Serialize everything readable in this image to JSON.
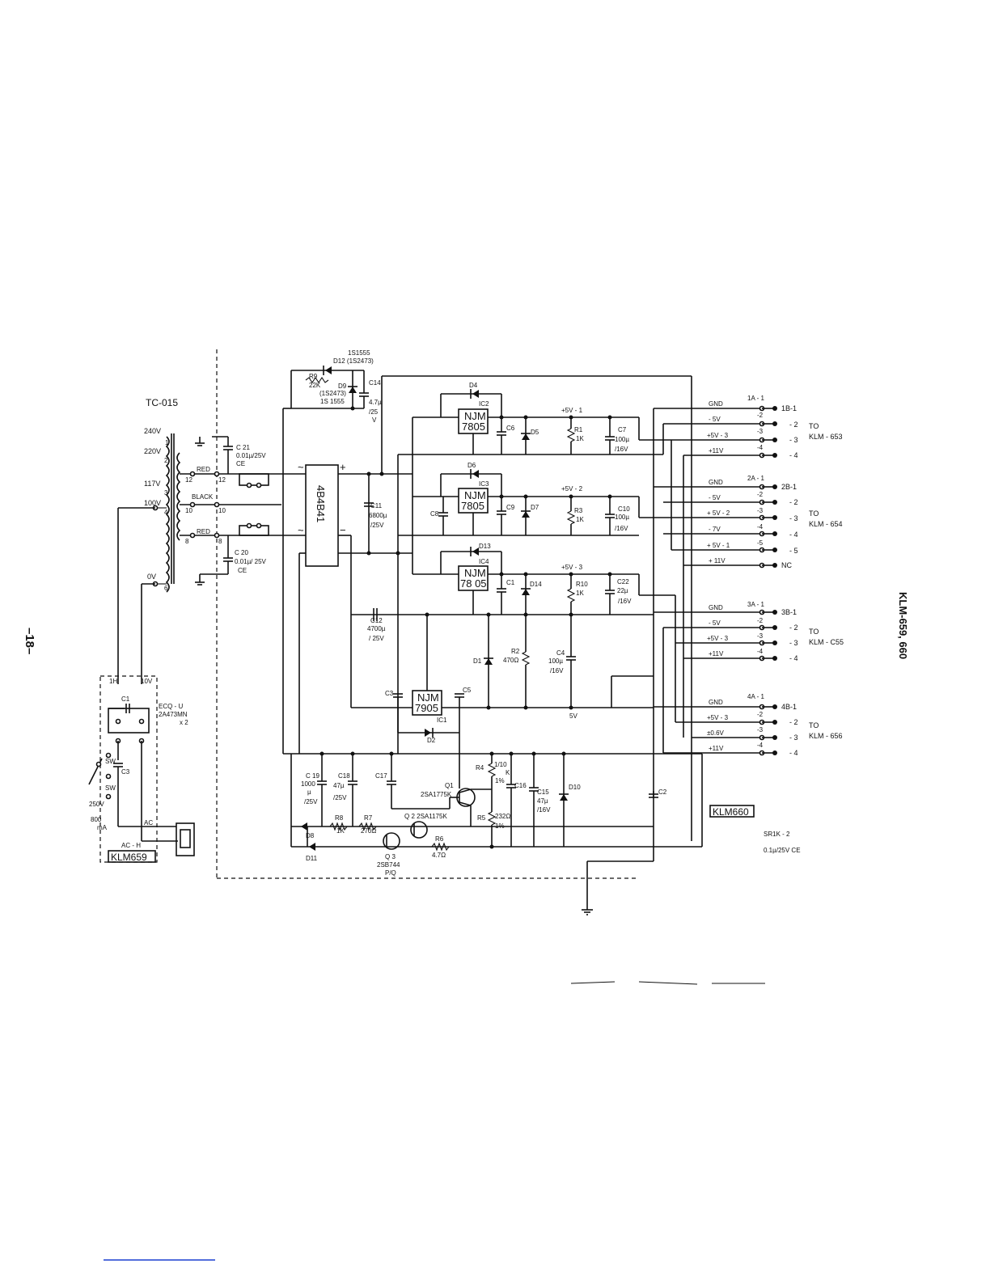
{
  "page": {
    "page_number": "–18–",
    "side_label": "KLM-659, 660"
  },
  "transformer": {
    "name": "TC-015",
    "taps": [
      "240V",
      "220V",
      "117V",
      "100V",
      "0V"
    ],
    "tap_pins": [
      "1",
      "2",
      "3",
      "4",
      "6"
    ],
    "secondary": {
      "red_top": "RED",
      "black": "BLACK",
      "red_bottom": "RED",
      "pins_left": [
        "12",
        "10",
        "8"
      ],
      "pins_right": [
        "12",
        "10",
        "8"
      ]
    }
  },
  "caps_input": {
    "c21": [
      "C 21",
      "0.01µ/25V",
      "CE"
    ],
    "c20": [
      "C 20",
      "0.01µ/ 25V",
      "CE"
    ]
  },
  "bridge": {
    "part": "4B4B41",
    "ac1": "~",
    "ac2": "~",
    "plus": "+",
    "minus": "−"
  },
  "top_network": {
    "d12": [
      "1S1555",
      "D12 (1S2473)"
    ],
    "r9": [
      "R9",
      "22K"
    ],
    "d9": [
      "(1S2473)",
      "D9",
      "1S 1555"
    ],
    "c14": [
      "C14",
      "4.7µ",
      "/25",
      "V"
    ]
  },
  "regulators": [
    {
      "ic": "IC2",
      "top": "NJM",
      "bottom": "7805",
      "diode": "D4",
      "rail": "+5V - 1",
      "caps": [
        "C6",
        "D5",
        "R1",
        "1K",
        "C7",
        "100µ",
        "/16V"
      ]
    },
    {
      "ic": "IC3",
      "top": "NJM",
      "bottom": "7805",
      "diode": "D6",
      "rail": "+5V - 2",
      "caps": [
        "C8",
        "C9",
        "D7",
        "R3",
        "1K",
        "C10",
        "100µ",
        "/16V"
      ]
    },
    {
      "ic": "IC4",
      "top": "NJM",
      "bottom": "78 05",
      "diode": "D13",
      "rail": "+5V - 3",
      "caps": [
        "C1",
        "D14",
        "R10",
        "1K",
        "C22",
        "22µ",
        "/16V"
      ]
    }
  ],
  "neg_reg": {
    "ic": "IC1",
    "top": "NJM",
    "bottom": "7905",
    "c3": "C3",
    "c5": "C5",
    "d2": "D2",
    "out": "5V",
    "c11": [
      "C11",
      "6800µ",
      "/25V"
    ],
    "c12": [
      "C12",
      "4700µ",
      "/ 25V"
    ],
    "d1": "D1",
    "r2": [
      "R2",
      "470Ω"
    ],
    "c4": [
      "C4",
      "100µ",
      "/16V"
    ]
  },
  "lower_section": {
    "c19": [
      "C 19",
      "1000",
      "µ",
      "/25V"
    ],
    "c18": [
      "C18",
      "47µ",
      "/25V"
    ],
    "c17": "C17",
    "q1": [
      "Q1",
      "2SA1775K"
    ],
    "q2": "Q 2  2SA1175K",
    "q3": [
      "Q 3",
      "2SB744",
      "P/Q"
    ],
    "r8": [
      "R8",
      "1K"
    ],
    "r7": [
      "R7",
      "270Ω"
    ],
    "r6": [
      "R6",
      "4.7Ω"
    ],
    "r4": [
      "R4",
      "1/10",
      "K",
      "1%"
    ],
    "r5": [
      "R5",
      "232Ω",
      "1%"
    ],
    "c16": "C16",
    "c15": [
      "C15",
      "47µ",
      "/16V"
    ],
    "d10": "D10",
    "d8": "D8",
    "d11": "D11",
    "c2": "C2"
  },
  "switch_box": {
    "labels": [
      "1H",
      "10V",
      "C1",
      "C3",
      "SW",
      "SW",
      "250V",
      "800",
      "mA",
      "AC",
      "AC - H"
    ],
    "ecq": [
      "ECQ - U",
      "2A473MN",
      "x 2"
    ],
    "name": "KLM659"
  },
  "board": {
    "name": "KLM660",
    "note1": "SR1K - 2",
    "note2": "0.1µ/25V CE"
  },
  "connectors": [
    {
      "id": "1B-1",
      "header": "1A - 1",
      "rows": [
        "GND",
        "- 5V",
        "+5V - 3",
        "+11V"
      ],
      "pins": [
        "-2",
        "-3",
        "-4"
      ],
      "outs": [
        "- 2",
        "- 3",
        "- 4"
      ],
      "dest": [
        "TO",
        "KLM - 653"
      ]
    },
    {
      "id": "2B-1",
      "header": "2A - 1",
      "rows": [
        "GND",
        "- 5V",
        "+ 5V - 2",
        "- 7V",
        "+ 5V - 1",
        "+ 11V"
      ],
      "pins": [
        "-2",
        "-3",
        "-4",
        "-5"
      ],
      "outs": [
        "- 2",
        "- 3",
        "- 4",
        "- 5",
        "NC"
      ],
      "dest": [
        "TO",
        "KLM - 654"
      ]
    },
    {
      "id": "3B-1",
      "header": "3A - 1",
      "rows": [
        "GND",
        "- 5V",
        "+5V - 3",
        "+11V"
      ],
      "pins": [
        "-2",
        "-3",
        "-4"
      ],
      "outs": [
        "- 2",
        "- 3",
        "- 4"
      ],
      "dest": [
        "TO",
        "KLM - C55"
      ]
    },
    {
      "id": "4B-1",
      "header": "4A - 1",
      "rows": [
        "GND",
        "+5V - 3",
        "±0.6V",
        "+11V"
      ],
      "pins": [
        "-2",
        "-3",
        "-4"
      ],
      "outs": [
        "- 2",
        "- 3",
        "- 4"
      ],
      "dest": [
        "TO",
        "KLM - 656"
      ]
    }
  ]
}
